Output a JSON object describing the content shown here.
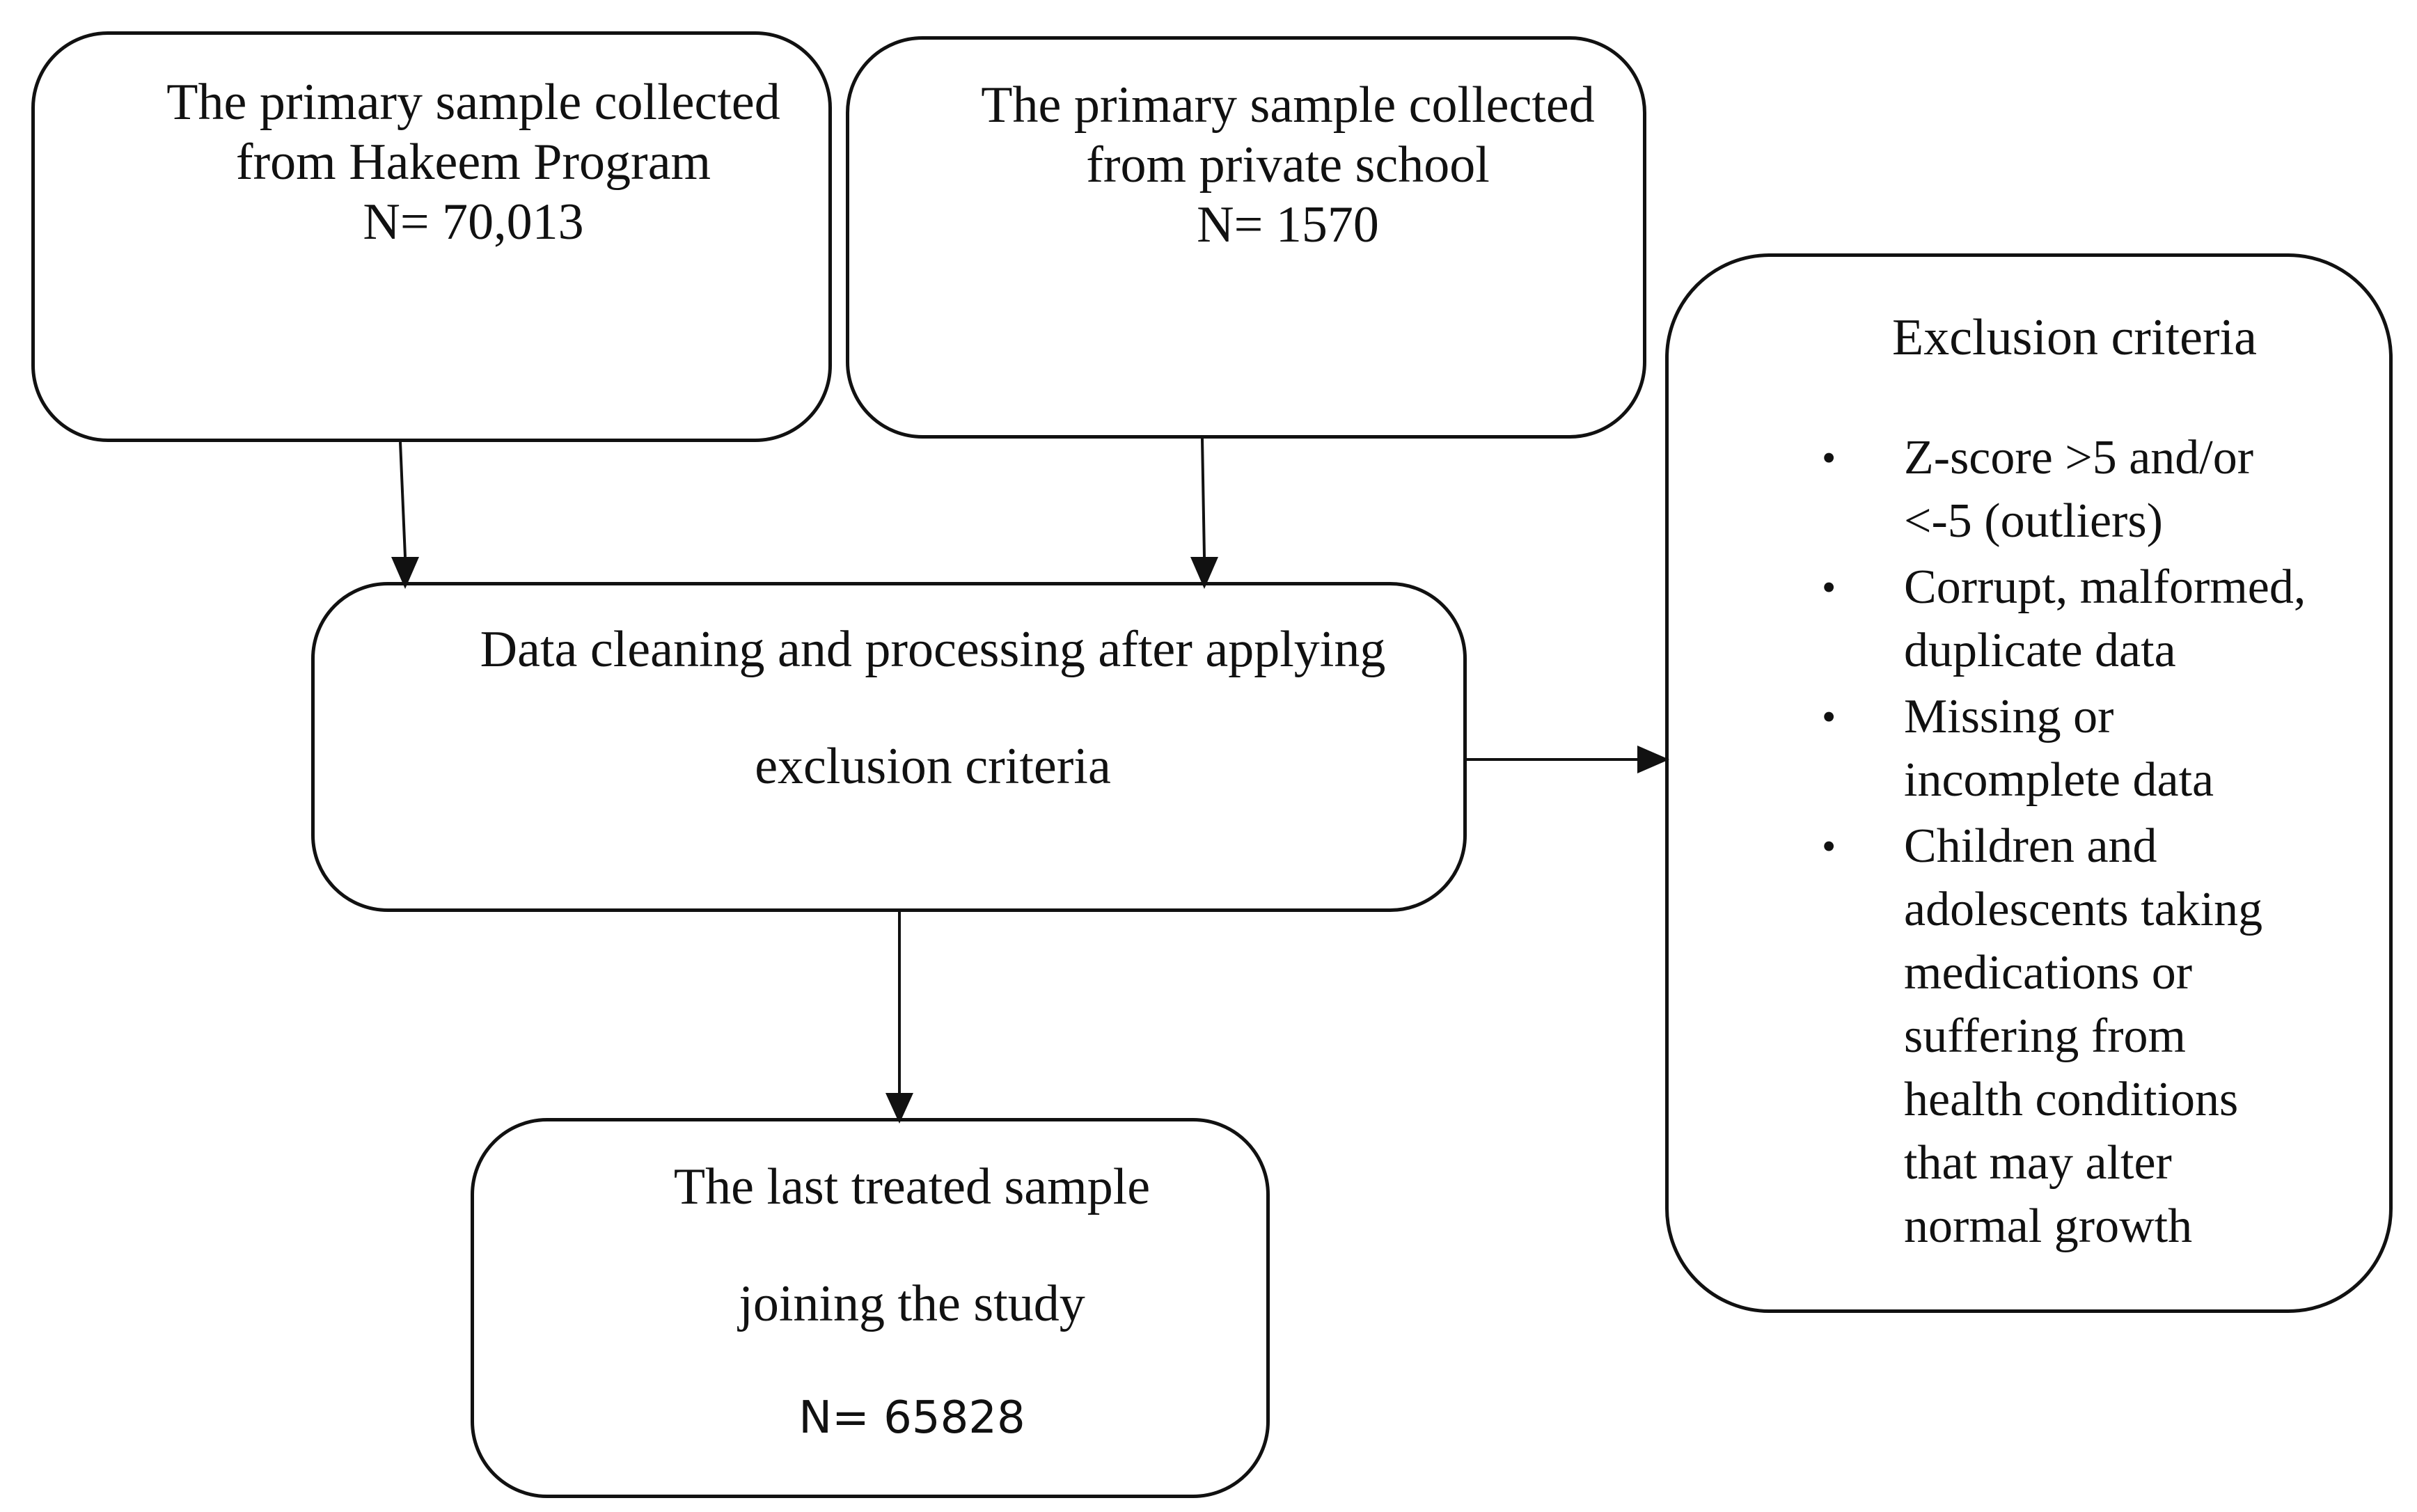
{
  "box_hakeem": {
    "line1": "The primary sample collected",
    "line2": "from Hakeem Program",
    "line3": "N= 70,013"
  },
  "box_private": {
    "line1": "The primary sample collected",
    "line2": "from private school",
    "line3": "N= 1570"
  },
  "box_cleaning": {
    "line1": "Data cleaning and processing after applying",
    "line2": "exclusion criteria"
  },
  "box_final": {
    "line1": "The last treated sample",
    "line2": "joining the study",
    "line3": "N= 65828"
  },
  "box_exclusion": {
    "title": "Exclusion criteria",
    "items": [
      {
        "bullet": "•",
        "lines": [
          "Z-score >5 and/or",
          "<-5 (outliers)"
        ]
      },
      {
        "bullet": "•",
        "lines": [
          "Corrupt, malformed,",
          "duplicate data"
        ]
      },
      {
        "bullet": "•",
        "lines": [
          "Missing or",
          "incomplete data"
        ]
      },
      {
        "bullet": "•",
        "lines": [
          "Children and",
          "adolescents taking",
          "medications or",
          "suffering from",
          "health conditions",
          "that may alter",
          "normal growth"
        ]
      }
    ]
  }
}
